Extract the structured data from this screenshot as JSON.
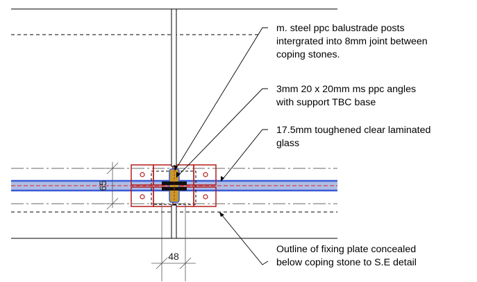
{
  "notes": [
    {
      "lines": [
        "m. steel ppc balustrade posts",
        "intergrated into 8mm joint between",
        "coping stones."
      ]
    },
    {
      "lines": [
        "3mm 20 x 20mm ms ppc angles",
        "with support TBC base"
      ]
    },
    {
      "lines": [
        "17.5mm toughened clear laminated",
        "glass"
      ]
    },
    {
      "lines": [
        "Outline of fixing plate concealed",
        "below coping stone to S.E detail"
      ]
    }
  ],
  "dimensions": {
    "glass_zone_height": "65",
    "post_zone_width": "48"
  },
  "colors": {
    "glass_blue": "#3a5bd6",
    "glass_fill": "#aebde6",
    "centreline_red": "#e0201c",
    "angle_red": "#b51c1c",
    "bolt_fill": "#c59a2a",
    "linework": "#000000"
  }
}
